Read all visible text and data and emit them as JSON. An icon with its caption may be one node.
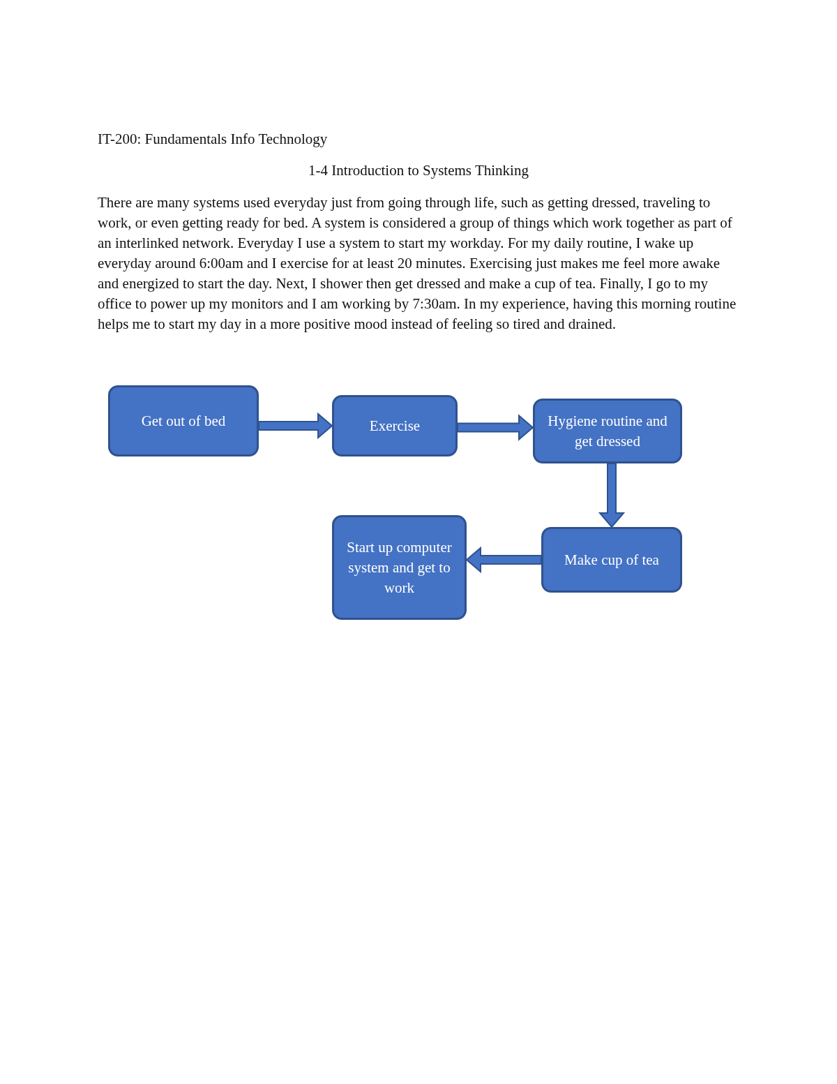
{
  "diagram": {
    "title": "1-4 Introduction to Systems Thinking",
    "nodes": [
      {
        "text": [
          "Get out of bed"
        ]
      },
      {
        "text": [
          "Exercise"
        ]
      },
      {
        "text": [
          "Hygiene routine and get dressed"
        ]
      },
      {
        "text": [
          "Make cup of tea"
        ]
      },
      {
        "text": [
          "Start up computer system and get to work"
        ]
      }
    ],
    "edges": [
      {
        "from": 0,
        "to": 1,
        "arrow": "to"
      },
      {
        "from": 1,
        "to": 2,
        "arrow": "to"
      },
      {
        "from": 2,
        "to": 3,
        "arrow": "to"
      },
      {
        "from": 3,
        "to": 4,
        "arrow": "to"
      }
    ],
    "labels": [
      "IT-200: Fundamentals Info Technology",
      "There are many systems used everyday just from going through life, such as getting dressed, traveling to work, or even getting ready for bed. A system is considered a group of things which work together as part of an interlinked network. Everyday I use a system to start my workday. For my daily routine, I wake up everyday around 6:00am and I exercise for at least 20 minutes. Exercising just makes me feel more awake and energized to start the day. Next, I shower then get dressed and make a cup of tea. Finally, I go to my office to power up my monitors and I am working by 7:30am. In my experience, having this morning routine helps me to start my day in a more positive mood instead of feeling so tired and drained."
    ]
  }
}
